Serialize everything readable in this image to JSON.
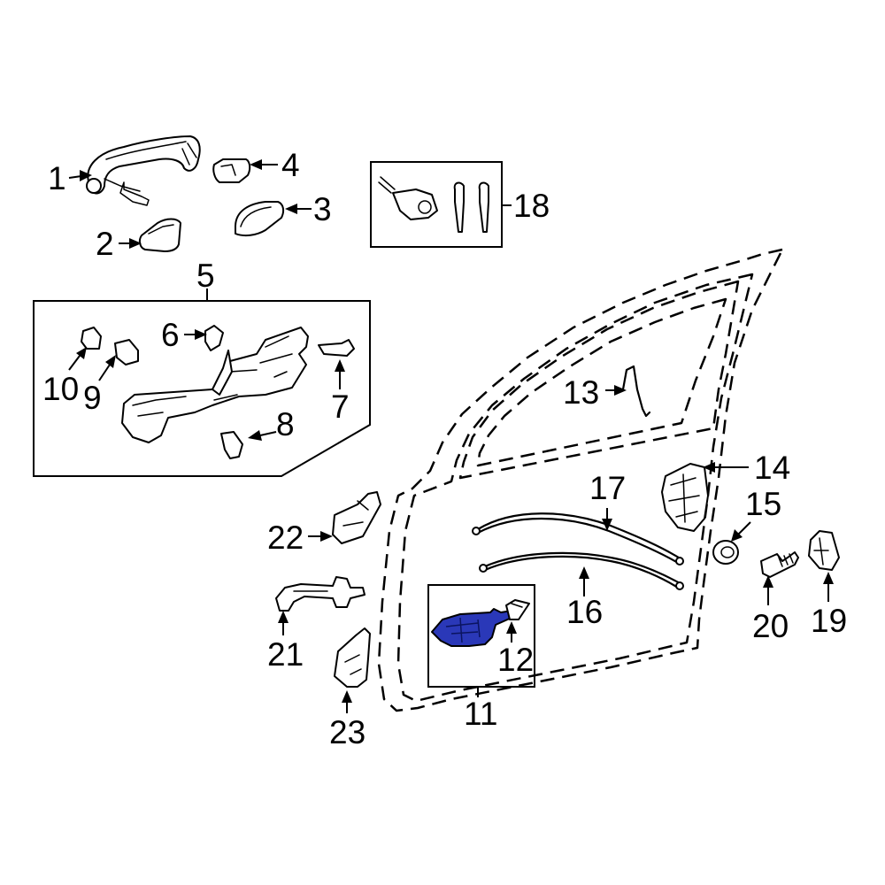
{
  "callouts": {
    "c1": "1",
    "c2": "2",
    "c3": "3",
    "c4": "4",
    "c5": "5",
    "c6": "6",
    "c7": "7",
    "c8": "8",
    "c9": "9",
    "c10": "10",
    "c11": "11",
    "c12": "12",
    "c13": "13",
    "c14": "14",
    "c15": "15",
    "c16": "16",
    "c17": "17",
    "c18": "18",
    "c19": "19",
    "c20": "20",
    "c21": "21",
    "c22": "22",
    "c23": "23"
  },
  "highlight": {
    "part": "11",
    "color": "#2a38b8"
  },
  "colors": {
    "line": "#000000",
    "background": "#ffffff"
  }
}
